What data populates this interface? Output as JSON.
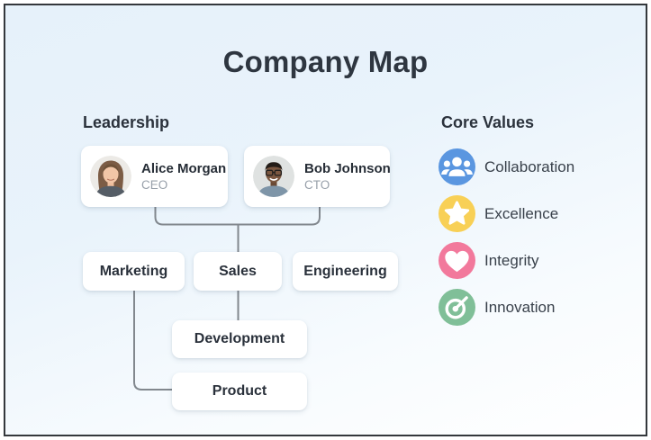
{
  "title": "Company Map",
  "leadership": {
    "heading": "Leadership",
    "people": [
      {
        "name": "Alice Morgan",
        "role": "CEO"
      },
      {
        "name": "Bob Johnson",
        "role": "CTO"
      }
    ]
  },
  "org_chart": {
    "departments": [
      "Marketing",
      "Sales",
      "Engineering"
    ],
    "teams": [
      "Development",
      "Product"
    ]
  },
  "core_values": {
    "heading": "Core Values",
    "items": [
      {
        "label": "Collaboration",
        "icon": "people-icon",
        "color": "#5a96e0"
      },
      {
        "label": "Excellence",
        "icon": "star-icon",
        "color": "#f8d056"
      },
      {
        "label": "Integrity",
        "icon": "heart-icon",
        "color": "#f2799c"
      },
      {
        "label": "Innovation",
        "icon": "target-icon",
        "color": "#80bf98"
      }
    ]
  },
  "colors": {
    "background_top": "#e6f1fa",
    "background_bottom": "#ffffff",
    "frame_border": "#34383c",
    "connector": "#82888e",
    "text_dark": "#2e3640",
    "text_muted": "#98a0aa"
  }
}
